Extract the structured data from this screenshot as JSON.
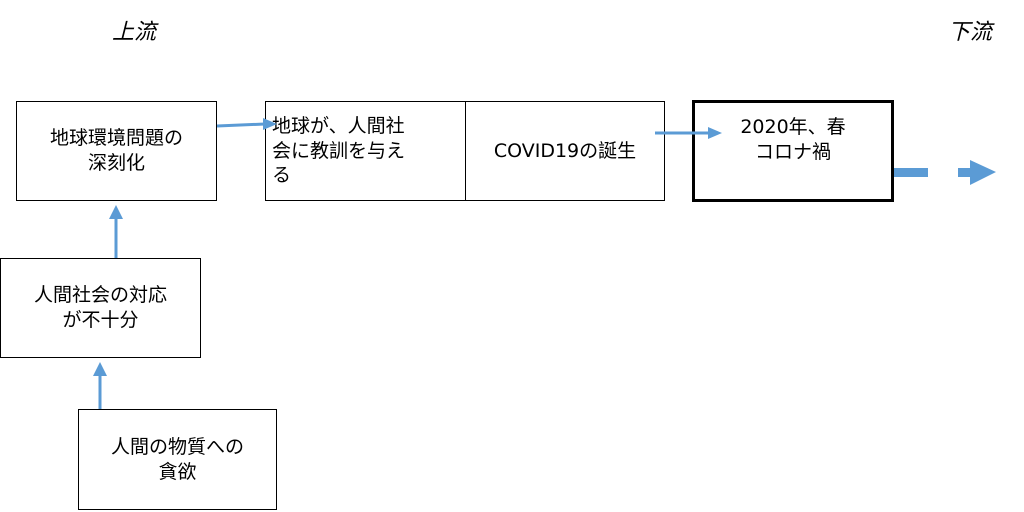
{
  "labels": {
    "upstream": "上流",
    "downstream": "下流"
  },
  "boxes": {
    "deepening": "地球環境問題の\n深刻化",
    "lesson": "地球が、人間社\n会に教訓を与え\nる",
    "covid_birth": "COVID19の誕生",
    "corona_disaster": "2020年、春\nコロナ禍",
    "response": "人間社会の対応\nが不十分",
    "greed": "人間の物質への\n貪欲"
  },
  "colors": {
    "arrow": "#5b9bd5",
    "border": "#000000"
  }
}
